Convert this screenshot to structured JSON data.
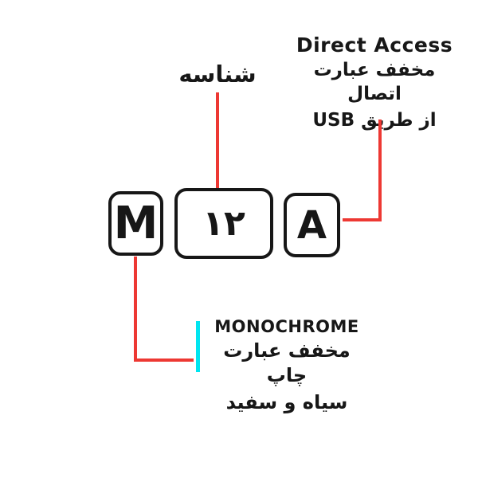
{
  "diagram": {
    "boxes": {
      "m": "M",
      "middle": "۱۲",
      "a": "A"
    },
    "labels": {
      "identifier": "شناسه",
      "direct_access_title": "Direct Access",
      "direct_access_line1": "مخفف عبارت اتصال",
      "direct_access_line2": "از طریق USB",
      "monochrome_title": "MONOCHROME",
      "monochrome_line1": "مخفف عبارت چاپ",
      "monochrome_line2": "سیاه و سفید"
    },
    "colors": {
      "connector": "#ed3833",
      "accent_bar": "#00e5f0",
      "box_border": "#171717",
      "text": "#171717"
    }
  }
}
